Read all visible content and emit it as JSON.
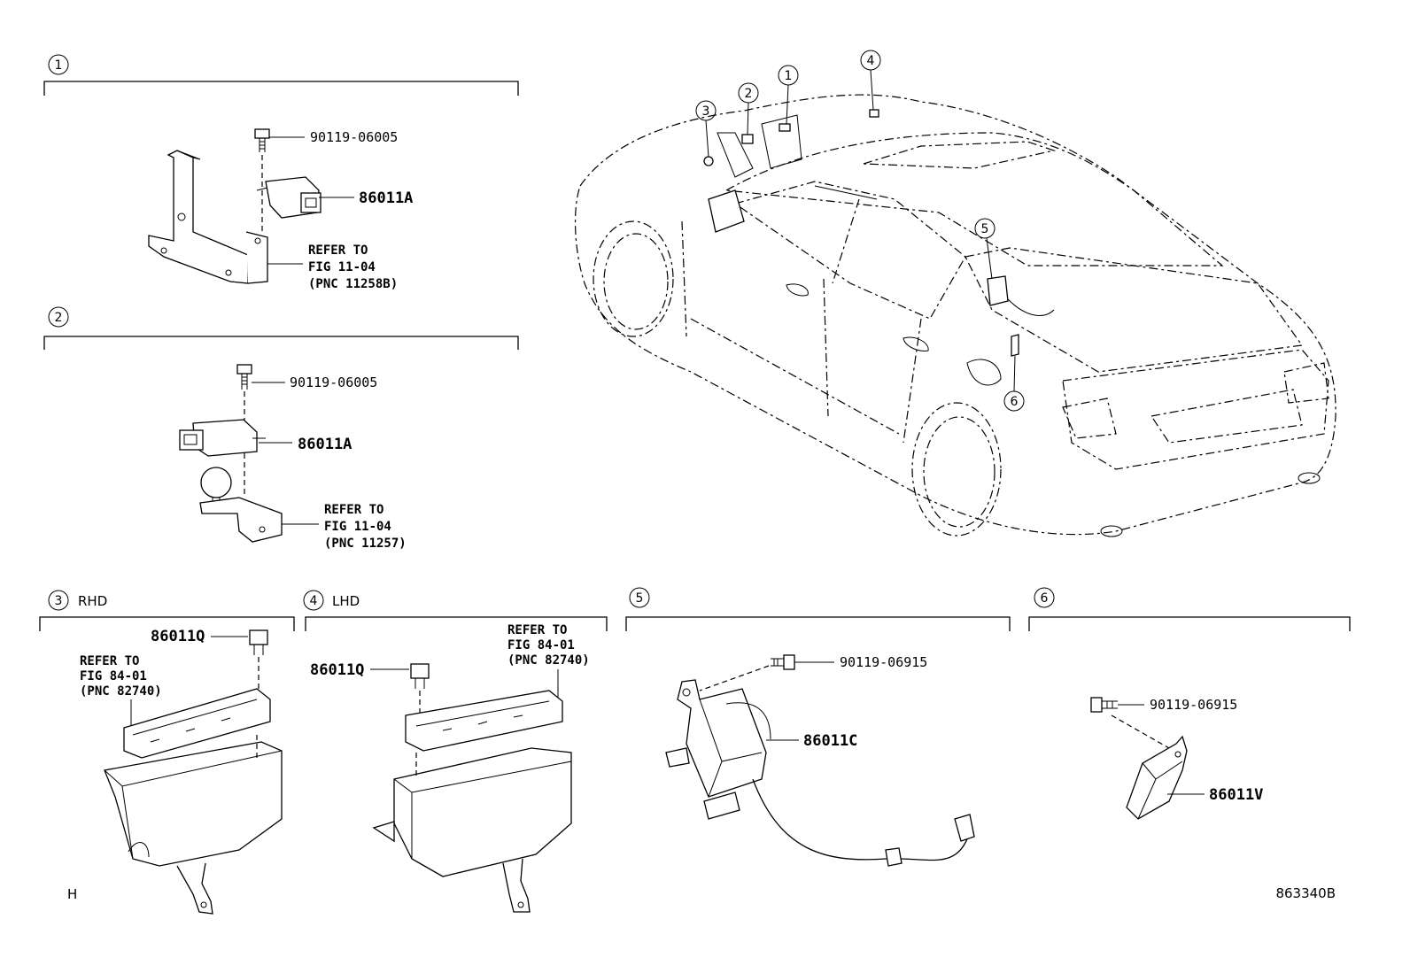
{
  "sections": [
    {
      "num": "1",
      "tag": ""
    },
    {
      "num": "2",
      "tag": ""
    },
    {
      "num": "3",
      "tag": "RHD"
    },
    {
      "num": "4",
      "tag": "LHD"
    },
    {
      "num": "5",
      "tag": ""
    },
    {
      "num": "6",
      "tag": ""
    }
  ],
  "callouts": [
    "1",
    "2",
    "3",
    "4",
    "5",
    "6"
  ],
  "labels": {
    "s1_bolt": "90119-06005",
    "s1_part": "86011A",
    "s1_refer": [
      "REFER TO",
      "FIG 11-04",
      "(PNC 11258B)"
    ],
    "s2_bolt": "90119-06005",
    "s2_part": "86011A",
    "s2_refer": [
      "REFER TO",
      "FIG 11-04",
      "(PNC 11257)"
    ],
    "s3_part": "86011Q",
    "s3_refer": [
      "REFER TO",
      "FIG 84-01",
      "(PNC 82740)"
    ],
    "s4_part": "86011Q",
    "s4_refer": [
      "REFER TO",
      "FIG 84-01",
      "(PNC 82740)"
    ],
    "s5_bolt": "90119-06915",
    "s5_part": "86011C",
    "s6_bolt": "90119-06915",
    "s6_part": "86011V"
  },
  "footer": {
    "left": "H",
    "right": "863340B"
  }
}
